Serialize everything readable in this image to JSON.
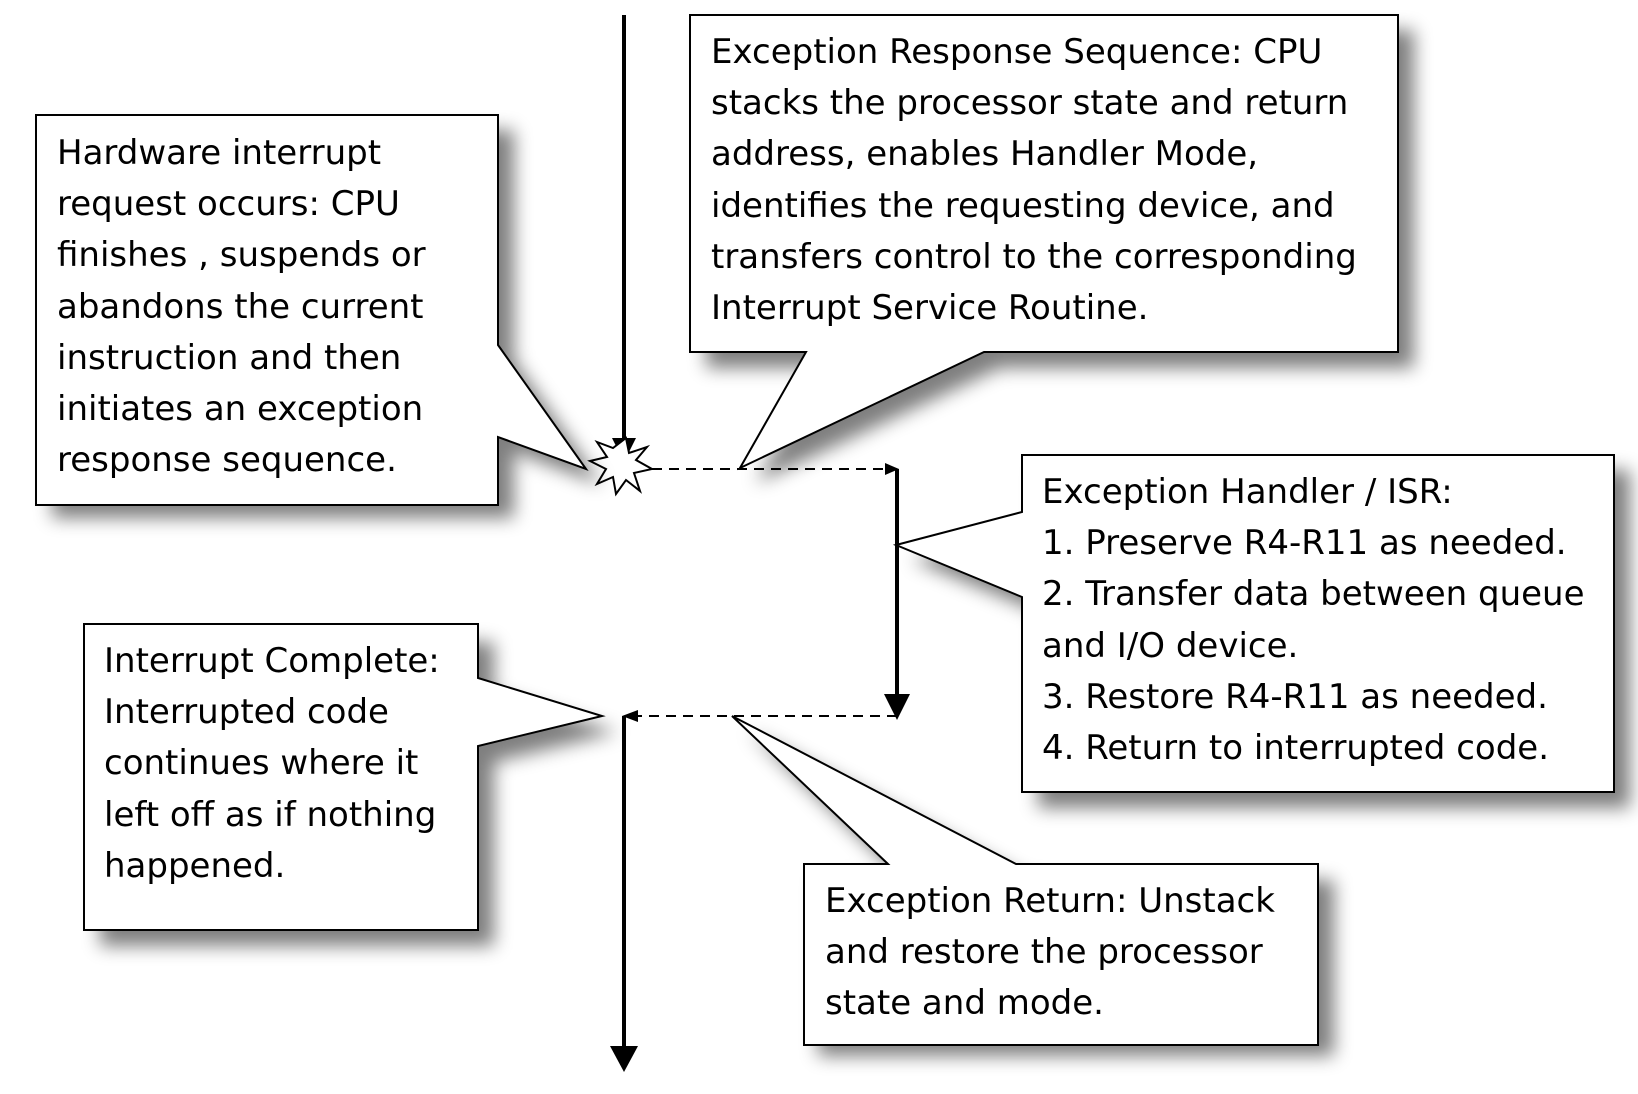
{
  "callouts": {
    "hardware_interrupt": {
      "lines": [
        "Hardware interrupt",
        "request occurs: CPU",
        "finishes , suspends or",
        "abandons the current",
        "instruction and then",
        "initiates an exception",
        "response sequence."
      ]
    },
    "exception_response": {
      "lines": [
        "Exception Response Sequence: CPU",
        "stacks the processor state and return",
        "address, enables Handler Mode,",
        "identifies the requesting device, and",
        "transfers control to the corresponding",
        "Interrupt Service Routine."
      ]
    },
    "exception_handler": {
      "lines": [
        "Exception Handler / ISR:",
        "1. Preserve R4-R11 as needed.",
        "2. Transfer data between queue",
        "and I/O device.",
        "3. Restore R4-R11 as needed.",
        "4. Return to interrupted code."
      ]
    },
    "interrupt_complete": {
      "lines": [
        "Interrupt Complete:",
        "Interrupted code",
        "continues where it",
        "left off as if nothing",
        "happened."
      ]
    },
    "exception_return": {
      "lines": [
        "Exception Return:  Unstack",
        "and restore the processor",
        "state and mode."
      ]
    }
  },
  "colors": {
    "stroke": "#000000",
    "fill": "#ffffff",
    "shadow": "#000000"
  }
}
